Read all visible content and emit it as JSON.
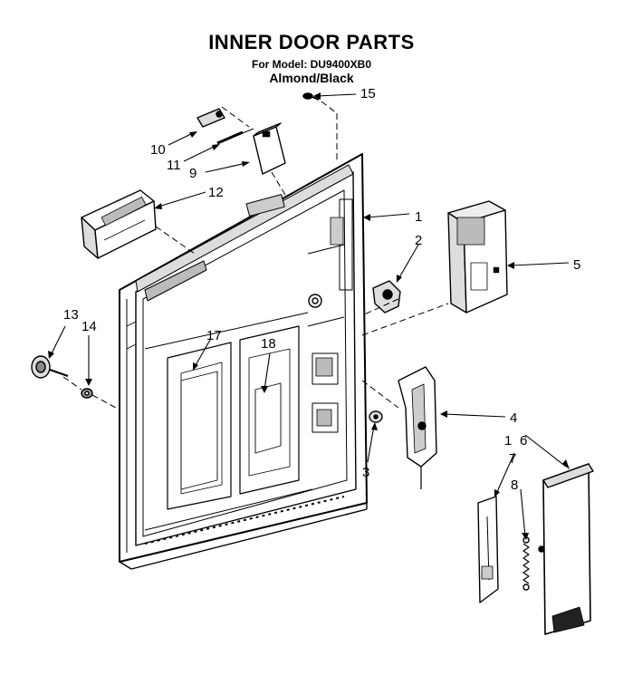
{
  "header": {
    "title": "INNER DOOR PARTS",
    "model": "For Model: DU9400XB0",
    "color": "Almond/Black"
  },
  "callouts": [
    "1",
    "2",
    "3",
    "4",
    "5",
    "6",
    "7",
    "8",
    "9",
    "10",
    "11",
    "12",
    "13",
    "14",
    "15",
    "16",
    "17",
    "18"
  ]
}
